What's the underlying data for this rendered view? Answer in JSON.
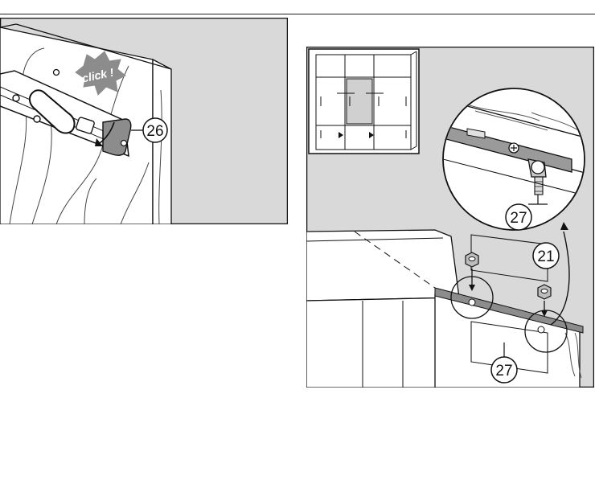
{
  "figure_left": {
    "burst_text": "click !",
    "callout": "26"
  },
  "figure_right": {
    "callout_top": "27",
    "callout_21": "21",
    "callout_bottom": "27"
  },
  "colors": {
    "background_gray": "#d9d9d9",
    "line": "#111111",
    "burst_fill": "#8c8c8c"
  }
}
